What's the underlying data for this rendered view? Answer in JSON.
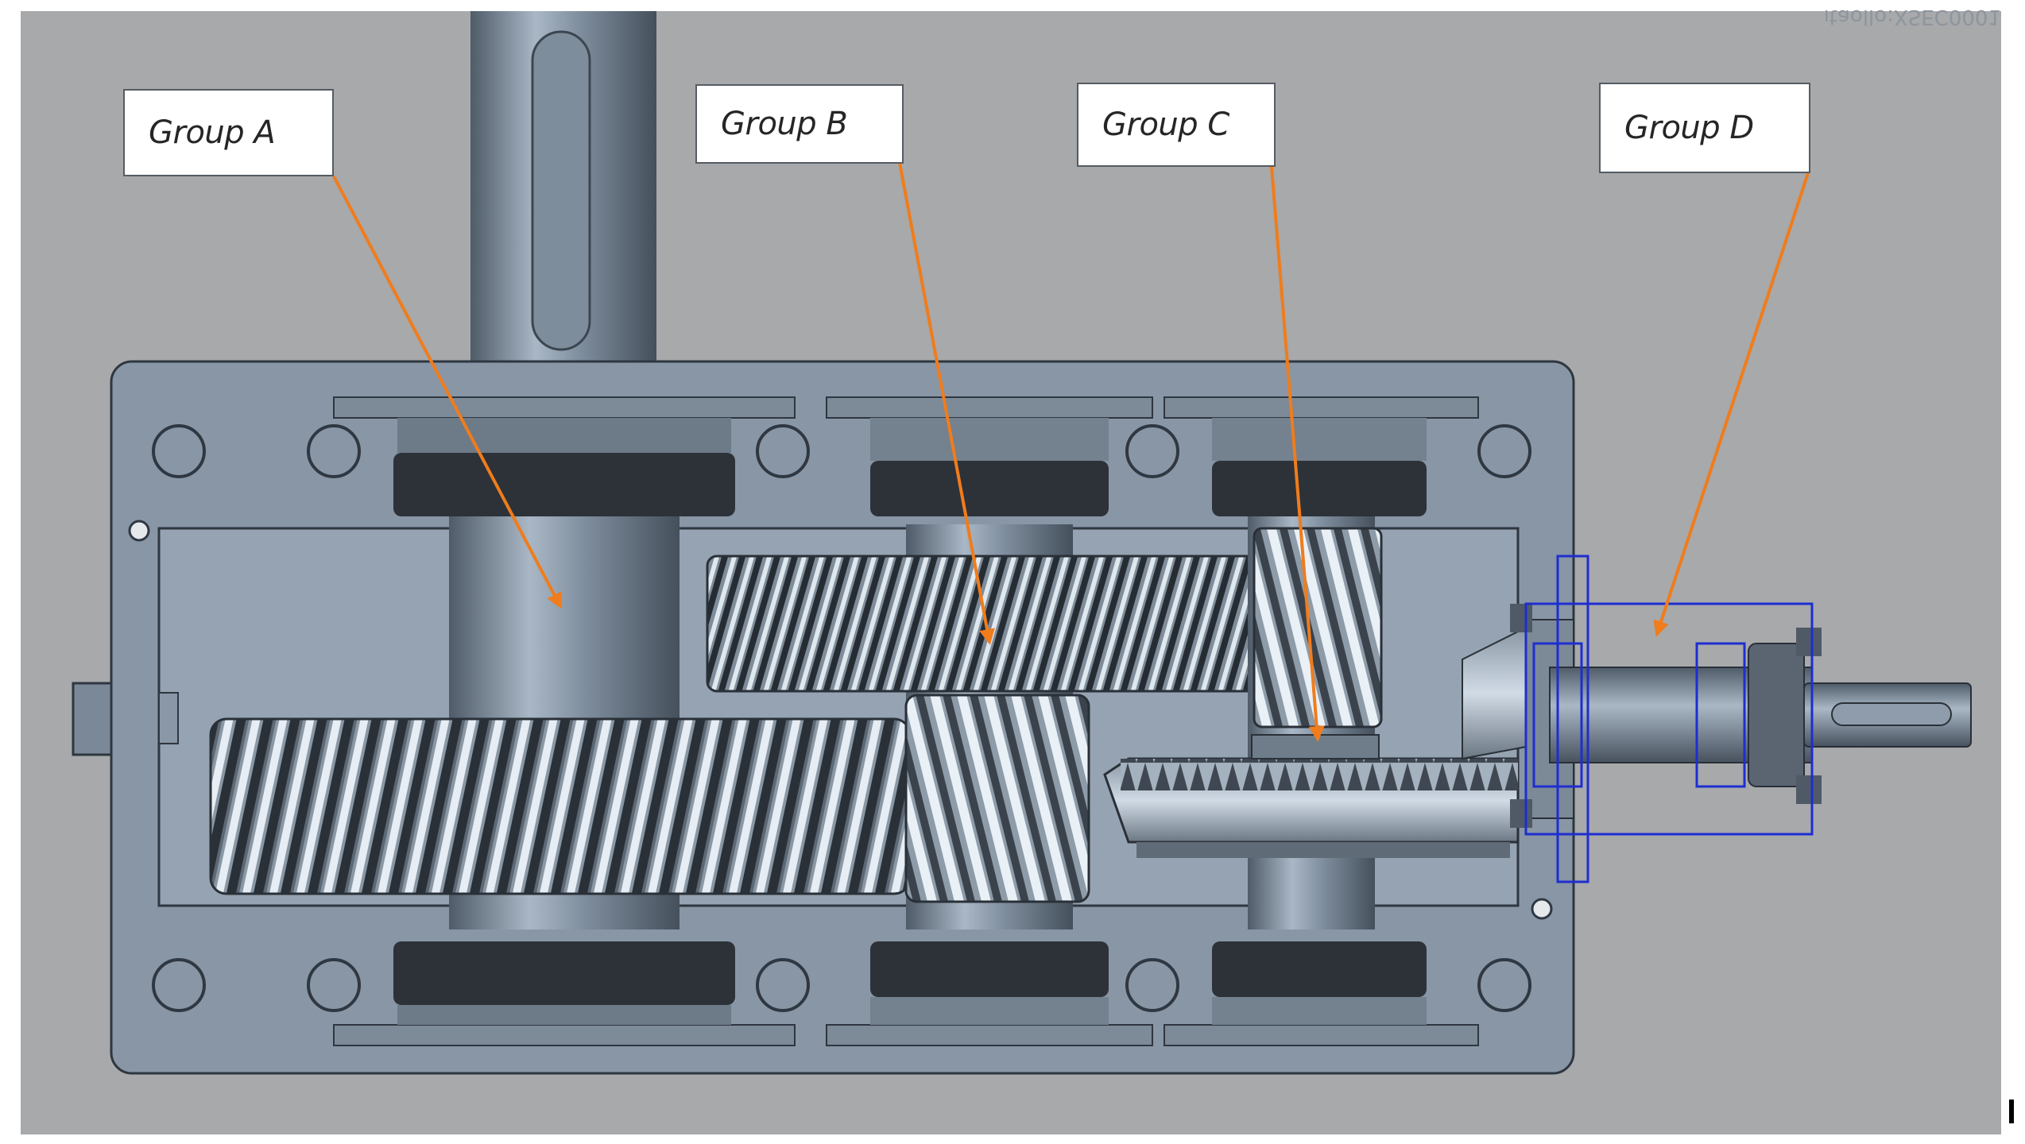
{
  "figure": {
    "callouts": [
      {
        "id": "a",
        "label": "Group A"
      },
      {
        "id": "b",
        "label": "Group B"
      },
      {
        "id": "c",
        "label": "Group C"
      },
      {
        "id": "d",
        "label": "Group D"
      }
    ],
    "watermark_text": "ıtaollo:XSEC0001"
  },
  "colors": {
    "background": "#a7a9ab",
    "housing": "#8896a6",
    "leader_arrow": "#f07c1c",
    "group_d_outline": "#1e2ed0"
  }
}
